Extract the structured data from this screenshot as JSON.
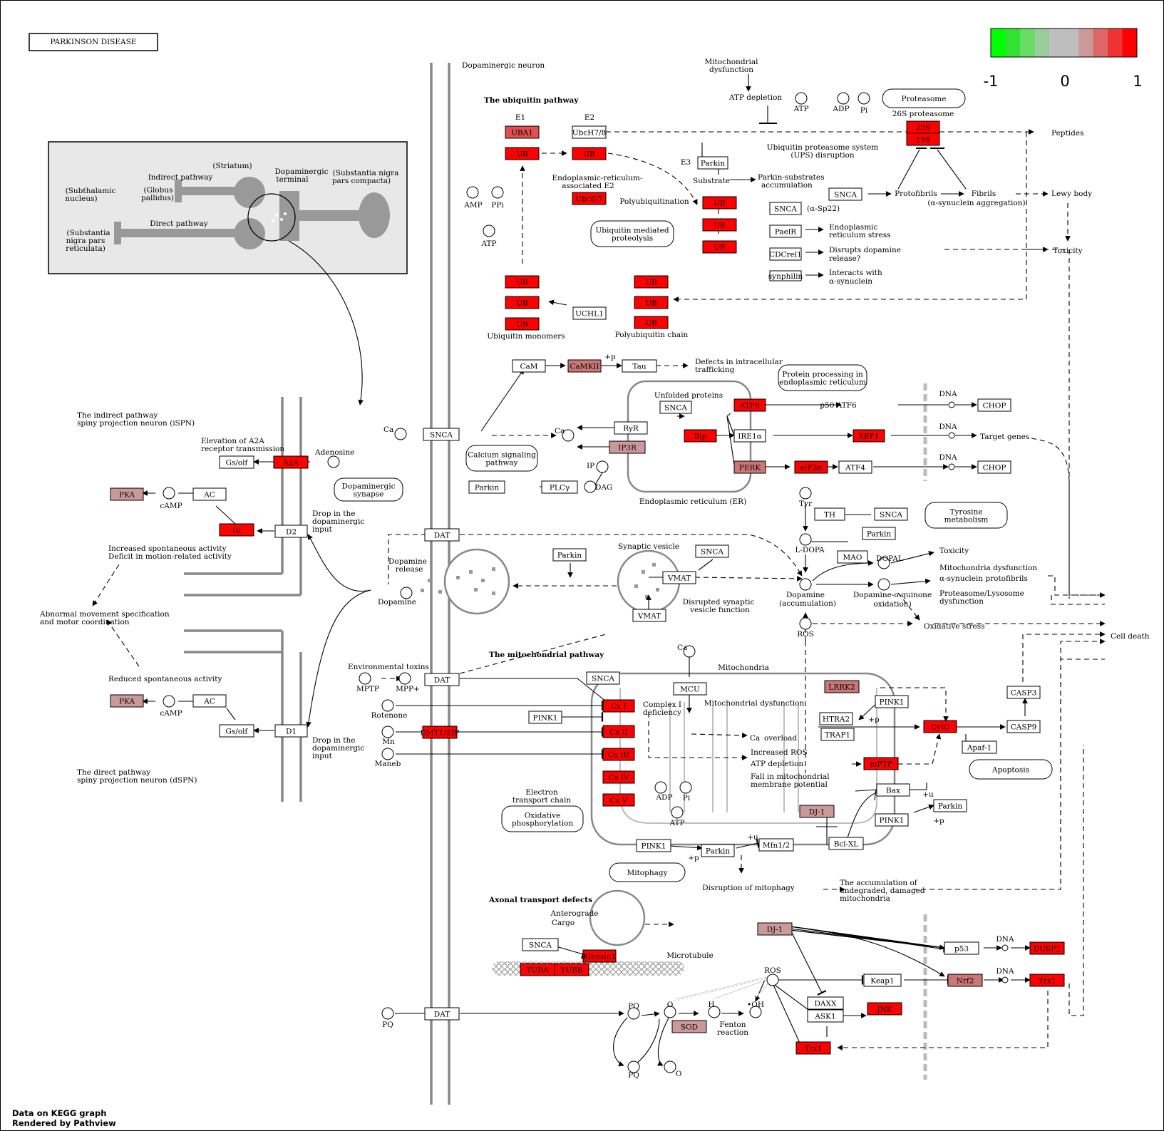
{
  "title": "PARKINSON DISEASE",
  "legend": {
    "ticks": [
      "-1",
      "0",
      "1"
    ],
    "colors": [
      "#00ff00",
      "#33e033",
      "#66dd66",
      "#99cc99",
      "#bebebe",
      "#bebebe",
      "#cc9999",
      "#dd6666",
      "#ee3333",
      "#ff0000"
    ]
  },
  "footer": {
    "line1": "Data on KEGG graph",
    "line2": "Rendered by Pathview"
  },
  "colors": {
    "high": "#ff0000",
    "mid_high": "#e05050",
    "mid": "#cc7777",
    "low": "#cc9999",
    "none": "#ffffff"
  },
  "nodes": [
    {
      "id": "n_uba1",
      "label": "UBA1",
      "fill": "mid_high"
    },
    {
      "id": "n_ub_e1",
      "label": "UB",
      "fill": "high"
    },
    {
      "id": "n_ubch78",
      "label": "UbcH7/8",
      "fill": "none"
    },
    {
      "id": "n_ub_e2",
      "label": "UB",
      "fill": "high"
    },
    {
      "id": "n_ubc67",
      "label": "Ubc6/7",
      "fill": "high"
    },
    {
      "id": "n_parkin_e3",
      "label": "Parkin",
      "fill": "none"
    },
    {
      "id": "n_ub_s1",
      "label": "UB",
      "fill": "high"
    },
    {
      "id": "n_ub_s2",
      "label": "UB",
      "fill": "high"
    },
    {
      "id": "n_ub_s3",
      "label": "UB",
      "fill": "high"
    },
    {
      "id": "n_26s_20s",
      "label": "20S",
      "fill": "high"
    },
    {
      "id": "n_26s_19s",
      "label": "19S",
      "fill": "high"
    },
    {
      "id": "n_snca_top",
      "label": "SNCA",
      "fill": "none"
    },
    {
      "id": "n_snca_sp22",
      "label": "SNCA",
      "fill": "none"
    },
    {
      "id": "n_pael",
      "label": "PaelR",
      "fill": "none"
    },
    {
      "id": "n_cdcrel",
      "label": "CDCrel1",
      "fill": "none"
    },
    {
      "id": "n_synphilin",
      "label": "synphilin",
      "fill": "none"
    },
    {
      "id": "n_ubm1",
      "label": "UB",
      "fill": "high"
    },
    {
      "id": "n_ubm2",
      "label": "UB",
      "fill": "high"
    },
    {
      "id": "n_ubm3",
      "label": "UB",
      "fill": "high"
    },
    {
      "id": "n_uchl1",
      "label": "UCHL1",
      "fill": "none"
    },
    {
      "id": "n_ubp1",
      "label": "UB",
      "fill": "high"
    },
    {
      "id": "n_ubp2",
      "label": "UB",
      "fill": "high"
    },
    {
      "id": "n_ubp3",
      "label": "UB",
      "fill": "high"
    },
    {
      "id": "n_cam",
      "label": "CaM",
      "fill": "none"
    },
    {
      "id": "n_camkii",
      "label": "CaMKII",
      "fill": "mid"
    },
    {
      "id": "n_tau",
      "label": "Tau",
      "fill": "none"
    },
    {
      "id": "n_snca_er",
      "label": "SNCA",
      "fill": "none"
    },
    {
      "id": "n_atf6",
      "label": "ATF6",
      "fill": "high"
    },
    {
      "id": "n_bip",
      "label": "Bip",
      "fill": "high"
    },
    {
      "id": "n_ire1",
      "label": "IRE1α",
      "fill": "none"
    },
    {
      "id": "n_xbp1",
      "label": "XBP1",
      "fill": "high"
    },
    {
      "id": "n_perk",
      "label": "PERK",
      "fill": "mid"
    },
    {
      "id": "n_eif2a",
      "label": "eIF2α",
      "fill": "high"
    },
    {
      "id": "n_atf4",
      "label": "ATF4",
      "fill": "none"
    },
    {
      "id": "n_chop1",
      "label": "CHOP",
      "fill": "none"
    },
    {
      "id": "n_chop2",
      "label": "CHOP",
      "fill": "none"
    },
    {
      "id": "n_snca_ca",
      "label": "SNCA",
      "fill": "none"
    },
    {
      "id": "n_ryr",
      "label": "RyR",
      "fill": "none"
    },
    {
      "id": "n_ip3r",
      "label": "IP3R",
      "fill": "low"
    },
    {
      "id": "n_parkin_plc",
      "label": "Parkin",
      "fill": "none"
    },
    {
      "id": "n_plcg",
      "label": "PLCγ",
      "fill": "none"
    },
    {
      "id": "n_gsolf1",
      "label": "Gs/olf",
      "fill": "none"
    },
    {
      "id": "n_a2a",
      "label": "A2A",
      "fill": "high"
    },
    {
      "id": "n_pka1",
      "label": "PKA",
      "fill": "low"
    },
    {
      "id": "n_ac1",
      "label": "AC",
      "fill": "none"
    },
    {
      "id": "n_gi",
      "label": "Gi",
      "fill": "high"
    },
    {
      "id": "n_d2",
      "label": "D2",
      "fill": "none"
    },
    {
      "id": "n_pka2",
      "label": "PKA",
      "fill": "low"
    },
    {
      "id": "n_ac2",
      "label": "AC",
      "fill": "none"
    },
    {
      "id": "n_gsolf2",
      "label": "Gs/olf",
      "fill": "none"
    },
    {
      "id": "n_d1",
      "label": "D1",
      "fill": "none"
    },
    {
      "id": "n_dat1",
      "label": "DAT",
      "fill": "none"
    },
    {
      "id": "n_dat2",
      "label": "DAT",
      "fill": "none"
    },
    {
      "id": "n_dat3",
      "label": "DAT",
      "fill": "none"
    },
    {
      "id": "n_parkin_sv",
      "label": "Parkin",
      "fill": "none"
    },
    {
      "id": "n_snca_sv",
      "label": "SNCA",
      "fill": "none"
    },
    {
      "id": "n_vmat1",
      "label": "VMAT",
      "fill": "none"
    },
    {
      "id": "n_vmat2",
      "label": "VMAT",
      "fill": "none"
    },
    {
      "id": "n_th",
      "label": "TH",
      "fill": "none"
    },
    {
      "id": "n_snca_th",
      "label": "SNCA",
      "fill": "none"
    },
    {
      "id": "n_parkin_mao",
      "label": "Parkin",
      "fill": "none"
    },
    {
      "id": "n_mao",
      "label": "MAO",
      "fill": "none"
    },
    {
      "id": "n_snca_mito",
      "label": "SNCA",
      "fill": "none"
    },
    {
      "id": "n_mcu",
      "label": "MCU",
      "fill": "none"
    },
    {
      "id": "n_lrrk2",
      "label": "LRRK2",
      "fill": "mid"
    },
    {
      "id": "n_pink1_a",
      "label": "PINK1",
      "fill": "none"
    },
    {
      "id": "n_htra2",
      "label": "HTRA2",
      "fill": "none"
    },
    {
      "id": "n_trap1",
      "label": "TRAP1",
      "fill": "none"
    },
    {
      "id": "n_cytc",
      "label": "CytC",
      "fill": "high"
    },
    {
      "id": "n_casp3",
      "label": "CASP3",
      "fill": "none"
    },
    {
      "id": "n_casp9",
      "label": "CASP9",
      "fill": "none"
    },
    {
      "id": "n_apaf1",
      "label": "Apaf-1",
      "fill": "none"
    },
    {
      "id": "n_cx1",
      "label": "Cx I",
      "fill": "high"
    },
    {
      "id": "n_cx2",
      "label": "Cx II",
      "fill": "high"
    },
    {
      "id": "n_cx3",
      "label": "Cx III",
      "fill": "high"
    },
    {
      "id": "n_cx4",
      "label": "Cx IV",
      "fill": "high"
    },
    {
      "id": "n_cx5",
      "label": "Cx V",
      "fill": "high"
    },
    {
      "id": "n_pink1_b",
      "label": "PINK1",
      "fill": "none"
    },
    {
      "id": "n_dmt1",
      "label": "DMT1/ZIP",
      "fill": "high"
    },
    {
      "id": "n_mptp",
      "label": "mPTP",
      "fill": "high"
    },
    {
      "id": "n_bax",
      "label": "Bax",
      "fill": "none"
    },
    {
      "id": "n_parkin_bax",
      "label": "Parkin",
      "fill": "none"
    },
    {
      "id": "n_pink1_c",
      "label": "PINK1",
      "fill": "none"
    },
    {
      "id": "n_dj1_a",
      "label": "DJ-1",
      "fill": "low"
    },
    {
      "id": "n_bclxl",
      "label": "Bcl-XL",
      "fill": "none"
    },
    {
      "id": "n_pink1_d",
      "label": "PINK1",
      "fill": "none"
    },
    {
      "id": "n_parkin_d",
      "label": "Parkin",
      "fill": "none"
    },
    {
      "id": "n_mfn12",
      "label": "Mfn1/2",
      "fill": "none"
    },
    {
      "id": "n_snca_ax",
      "label": "SNCA",
      "fill": "none"
    },
    {
      "id": "n_kinesin",
      "label": "Kinesin1",
      "fill": "high"
    },
    {
      "id": "n_tuba",
      "label": "TUBA",
      "fill": "high"
    },
    {
      "id": "n_tubb",
      "label": "TUBB",
      "fill": "high"
    },
    {
      "id": "n_dj1_b",
      "label": "DJ-1",
      "fill": "low"
    },
    {
      "id": "n_p53",
      "label": "p53",
      "fill": "none"
    },
    {
      "id": "n_dusp1",
      "label": "DUSP1",
      "fill": "high"
    },
    {
      "id": "n_keap1",
      "label": "Keap1",
      "fill": "none"
    },
    {
      "id": "n_nrf2",
      "label": "Nrf2",
      "fill": "mid"
    },
    {
      "id": "n_trx1_a",
      "label": "Trx1",
      "fill": "high"
    },
    {
      "id": "n_daxx",
      "label": "DAXX",
      "fill": "none"
    },
    {
      "id": "n_ask1",
      "label": "ASK1",
      "fill": "none"
    },
    {
      "id": "n_jnk",
      "label": "JNK",
      "fill": "high"
    },
    {
      "id": "n_trx1_b",
      "label": "Trx1",
      "fill": "high"
    },
    {
      "id": "n_sod",
      "label": "SOD",
      "fill": "low"
    }
  ],
  "texts": [
    {
      "id": "t_dopa_neuron",
      "text": "Dopaminergic neuron"
    },
    {
      "id": "t_ubq_path",
      "text": "The ubiquitin pathway",
      "bold": true
    },
    {
      "id": "t_e1",
      "text": "E1"
    },
    {
      "id": "t_e2",
      "text": "E2"
    },
    {
      "id": "t_e3",
      "text": "E3"
    },
    {
      "id": "t_mito_dys",
      "text": "Mitochondrial"
    },
    {
      "id": "t_mito_dys2",
      "text": "dysfunction"
    },
    {
      "id": "t_atp_depl",
      "text": "ATP depletion"
    },
    {
      "id": "t_atp1",
      "text": "ATP"
    },
    {
      "id": "t_adp1",
      "text": "ADP"
    },
    {
      "id": "t_pi1",
      "text": "Pi"
    },
    {
      "id": "t_26s",
      "text": "26S proteasome"
    },
    {
      "id": "t_peptides",
      "text": "Peptides"
    },
    {
      "id": "t_ups1",
      "text": "Ubiquitin proteasome system"
    },
    {
      "id": "t_ups2",
      "text": "(UPS) disruption"
    },
    {
      "id": "t_substrate",
      "text": "Substrate"
    },
    {
      "id": "t_ps1",
      "text": "Parkin-substrates"
    },
    {
      "id": "t_ps2",
      "text": "accumulation"
    },
    {
      "id": "t_er_e2a",
      "text": "Endoplasmic-reticulum-"
    },
    {
      "id": "t_er_e2b",
      "text": "associated E2"
    },
    {
      "id": "t_amp",
      "text": "AMP"
    },
    {
      "id": "t_ppi",
      "text": "PPi"
    },
    {
      "id": "t_atp2",
      "text": "ATP"
    },
    {
      "id": "t_polyubq",
      "text": "Polyubiquitination"
    },
    {
      "id": "t_protofib",
      "text": "Protofibrils"
    },
    {
      "id": "t_fibrils",
      "text": "Fibrils"
    },
    {
      "id": "t_asyn_agg",
      "text": "(α-synuclein aggregation)"
    },
    {
      "id": "t_lewy",
      "text": "Lewy body"
    },
    {
      "id": "t_sp22",
      "text": "(α-Sp22)"
    },
    {
      "id": "t_ers1",
      "text": "Endoplasmic"
    },
    {
      "id": "t_ers2",
      "text": "reticulum stress"
    },
    {
      "id": "t_dr1",
      "text": "Disrupts dopamine"
    },
    {
      "id": "t_dr2",
      "text": "release?"
    },
    {
      "id": "t_iw1",
      "text": "Interacts with"
    },
    {
      "id": "t_iw2",
      "text": "α-synuclein"
    },
    {
      "id": "t_toxicity1",
      "text": "Toxicity"
    },
    {
      "id": "t_ubq_mono",
      "text": "Ubiquitin monomers"
    },
    {
      "id": "t_polyubq_chain",
      "text": "Polyubiquitin chain"
    },
    {
      "id": "t_defects1",
      "text": "Defects in intracellular"
    },
    {
      "id": "t_defects2",
      "text": "trafficking"
    },
    {
      "id": "t_unfolded",
      "text": "Unfolded proteins"
    },
    {
      "id": "t_p50",
      "text": "p50 ATF6"
    },
    {
      "id": "t_dna1",
      "text": "DNA"
    },
    {
      "id": "t_dna2",
      "text": "DNA"
    },
    {
      "id": "t_dna3",
      "text": "DNA"
    },
    {
      "id": "t_target",
      "text": "Target genes"
    },
    {
      "id": "t_er",
      "text": "Endoplasmic reticulum (ER)"
    },
    {
      "id": "t_ca1",
      "text": "Ca"
    },
    {
      "id": "t_ca2",
      "text": "Ca"
    },
    {
      "id": "t_ip3",
      "text": "IP"
    },
    {
      "id": "t_dag",
      "text": "DAG"
    },
    {
      "id": "t_plus_p",
      "text": "+p"
    },
    {
      "id": "t_indirect1",
      "text": "The indirect pathway"
    },
    {
      "id": "t_indirect2",
      "text": "spiny projection neuron (iSPN)"
    },
    {
      "id": "t_elev1",
      "text": "Elevation of A2A"
    },
    {
      "id": "t_elev2",
      "text": "receptor transmission"
    },
    {
      "id": "t_adenosine",
      "text": "Adenosine"
    },
    {
      "id": "t_camp1",
      "text": "cAMP"
    },
    {
      "id": "t_drop1a",
      "text": "Drop in the"
    },
    {
      "id": "t_drop1b",
      "text": "dopaminergic"
    },
    {
      "id": "t_drop1c",
      "text": "input"
    },
    {
      "id": "t_inc1",
      "text": "Increased spontaneous activity"
    },
    {
      "id": "t_inc2",
      "text": "Deficit in motion-related activity"
    },
    {
      "id": "t_abn1",
      "text": "Abnormal movement specification"
    },
    {
      "id": "t_abn2",
      "text": "and motor coordination"
    },
    {
      "id": "t_red",
      "text": "Reduced spontaneous activity"
    },
    {
      "id": "t_camp2",
      "text": "cAMP"
    },
    {
      "id": "t_drop2a",
      "text": "Drop in the"
    },
    {
      "id": "t_drop2b",
      "text": "dopaminergic"
    },
    {
      "id": "t_drop2c",
      "text": "input"
    },
    {
      "id": "t_direct1",
      "text": "The direct pathway"
    },
    {
      "id": "t_direct2",
      "text": "spiny projection neuron (dSPN)"
    },
    {
      "id": "t_dop_rel1",
      "text": "Dopamine"
    },
    {
      "id": "t_dop_rel2",
      "text": "release"
    },
    {
      "id": "t_dopamine1",
      "text": "Dopamine"
    },
    {
      "id": "t_syn_ves",
      "text": "Synaptic vesicle"
    },
    {
      "id": "t_disr1",
      "text": "Disrupted synaptic"
    },
    {
      "id": "t_disr2",
      "text": "vesicle function"
    },
    {
      "id": "t_tyr",
      "text": "Tyr"
    },
    {
      "id": "t_ldopa",
      "text": "L-DOPA"
    },
    {
      "id": "t_dopal",
      "text": "DOPAL"
    },
    {
      "id": "t_toxicity2",
      "text": "Toxicity"
    },
    {
      "id": "t_dopa_acc1",
      "text": "Dopamine"
    },
    {
      "id": "t_dopa_acc2",
      "text": "(accumulation)"
    },
    {
      "id": "t_doq1",
      "text": "Dopamine-o-quinone"
    },
    {
      "id": "t_doq2",
      "text": "oxidation)"
    },
    {
      "id": "t_md1",
      "text": "Mitochondria dysfunction"
    },
    {
      "id": "t_md2",
      "text": "α-synuclein protofibrils"
    },
    {
      "id": "t_md3",
      "text": "Proteasome/Lysosome"
    },
    {
      "id": "t_md4",
      "text": "dysfunction"
    },
    {
      "id": "t_ros1",
      "text": "ROS"
    },
    {
      "id": "t_oxstress",
      "text": "Oxidative stress"
    },
    {
      "id": "t_celldeath",
      "text": "Cell death"
    },
    {
      "id": "t_mito_path",
      "text": "The mitochondrial pathway",
      "bold": true
    },
    {
      "id": "t_env",
      "text": "Environmental toxins"
    },
    {
      "id": "t_mptp",
      "text": "MPTP"
    },
    {
      "id": "t_mpp",
      "text": "MPP+"
    },
    {
      "id": "t_rotenone",
      "text": "Rotenone"
    },
    {
      "id": "t_mn",
      "text": "Mn"
    },
    {
      "id": "t_maneb",
      "text": "Maneb"
    },
    {
      "id": "t_ca3",
      "text": "Ca"
    },
    {
      "id": "t_mitochondria",
      "text": "Mitochondria"
    },
    {
      "id": "t_mito_dys3",
      "text": "Mitochondrial dysfunction"
    },
    {
      "id": "t_cx1def1",
      "text": "Complex I"
    },
    {
      "id": "t_cx1def2",
      "text": "deficiency"
    },
    {
      "id": "t_ca_ov",
      "text": "Ca"
    },
    {
      "id": "t_ca_ov2",
      "text": "overload"
    },
    {
      "id": "t_incros",
      "text": "Increased ROS"
    },
    {
      "id": "t_atpdep2",
      "text": "ATP depletion"
    },
    {
      "id": "t_fall1",
      "text": "Fall in mitochondrial"
    },
    {
      "id": "t_fall2",
      "text": "membrane potential"
    },
    {
      "id": "t_etc1",
      "text": "Electron"
    },
    {
      "id": "t_etc2",
      "text": "transport chain"
    },
    {
      "id": "t_adp2",
      "text": "ADP"
    },
    {
      "id": "t_pi2",
      "text": "Pi"
    },
    {
      "id": "t_atp3",
      "text": "ATP"
    },
    {
      "id": "t_plusp2",
      "text": "+p"
    },
    {
      "id": "t_plusu1",
      "text": "+u"
    },
    {
      "id": "t_plusp3",
      "text": "+p"
    },
    {
      "id": "t_plusu2",
      "text": "+u"
    },
    {
      "id": "t_plusp4",
      "text": "+p"
    },
    {
      "id": "t_disr_mito",
      "text": "Disruption of mitophagy"
    },
    {
      "id": "t_accum1",
      "text": "The accumulation of"
    },
    {
      "id": "t_accum2",
      "text": "undegraded, damaged"
    },
    {
      "id": "t_accum3",
      "text": "mitochondria"
    },
    {
      "id": "t_axonal",
      "text": "Axonal transport defects",
      "bold": true
    },
    {
      "id": "t_antero1",
      "text": "Anterograde"
    },
    {
      "id": "t_antero2",
      "text": "Cargo"
    },
    {
      "id": "t_microtubule",
      "text": "Microtubule"
    },
    {
      "id": "t_ros2",
      "text": "ROS"
    },
    {
      "id": "t_dna4",
      "text": "DNA"
    },
    {
      "id": "t_dna5",
      "text": "DNA"
    },
    {
      "id": "t_pq1",
      "text": "PQ"
    },
    {
      "id": "t_pq2",
      "text": "PQ"
    },
    {
      "id": "t_pq3",
      "text": "PQ"
    },
    {
      "id": "t_o2a",
      "text": "O"
    },
    {
      "id": "t_o2b",
      "text": "O"
    },
    {
      "id": "t_h2o2",
      "text": "H"
    },
    {
      "id": "t_oh",
      "text": "•OH"
    },
    {
      "id": "t_fenton1",
      "text": "Fenton"
    },
    {
      "id": "t_fenton2",
      "text": "reaction"
    },
    {
      "id": "t_striatum",
      "text": "(Striatum)"
    },
    {
      "id": "t_indpath",
      "text": "Indirect pathway"
    },
    {
      "id": "t_dterm1",
      "text": "Dopaminergic"
    },
    {
      "id": "t_dterm2",
      "text": "terminal"
    },
    {
      "id": "t_snpc1",
      "text": "(Substantia nigra"
    },
    {
      "id": "t_snpc2",
      "text": "pars compacta)"
    },
    {
      "id": "t_stn1",
      "text": "(Subthalamic"
    },
    {
      "id": "t_stn2",
      "text": "nucleus)"
    },
    {
      "id": "t_gp1",
      "text": "(Globus"
    },
    {
      "id": "t_gp2",
      "text": "pallidus)"
    },
    {
      "id": "t_dirpath",
      "text": "Direct pathway"
    },
    {
      "id": "t_snr1",
      "text": "(Substantia"
    },
    {
      "id": "t_snr2",
      "text": "nigra pars"
    },
    {
      "id": "t_snr3",
      "text": "reticulata)"
    }
  ],
  "rounded_boxes": [
    {
      "id": "r_proteasome",
      "lines": [
        "Proteasome"
      ]
    },
    {
      "id": "r_ubmed",
      "lines": [
        "Ubiquitin mediated",
        "proteolysis"
      ]
    },
    {
      "id": "r_protproc",
      "lines": [
        "Protein processing in",
        "endoplasmic reticulum"
      ]
    },
    {
      "id": "r_calcium",
      "lines": [
        "Calcium signaling",
        "pathway"
      ]
    },
    {
      "id": "r_dsyn",
      "lines": [
        "Dopaminergic",
        "synapse"
      ]
    },
    {
      "id": "r_tyr",
      "lines": [
        "Tyrosine",
        "metabolism"
      ]
    },
    {
      "id": "r_apoptosis",
      "lines": [
        "Apoptosis"
      ]
    },
    {
      "id": "r_oxphos",
      "lines": [
        "Oxidative",
        "phosphorylation"
      ]
    },
    {
      "id": "r_mitophagy",
      "lines": [
        "Mitophagy"
      ]
    }
  ]
}
